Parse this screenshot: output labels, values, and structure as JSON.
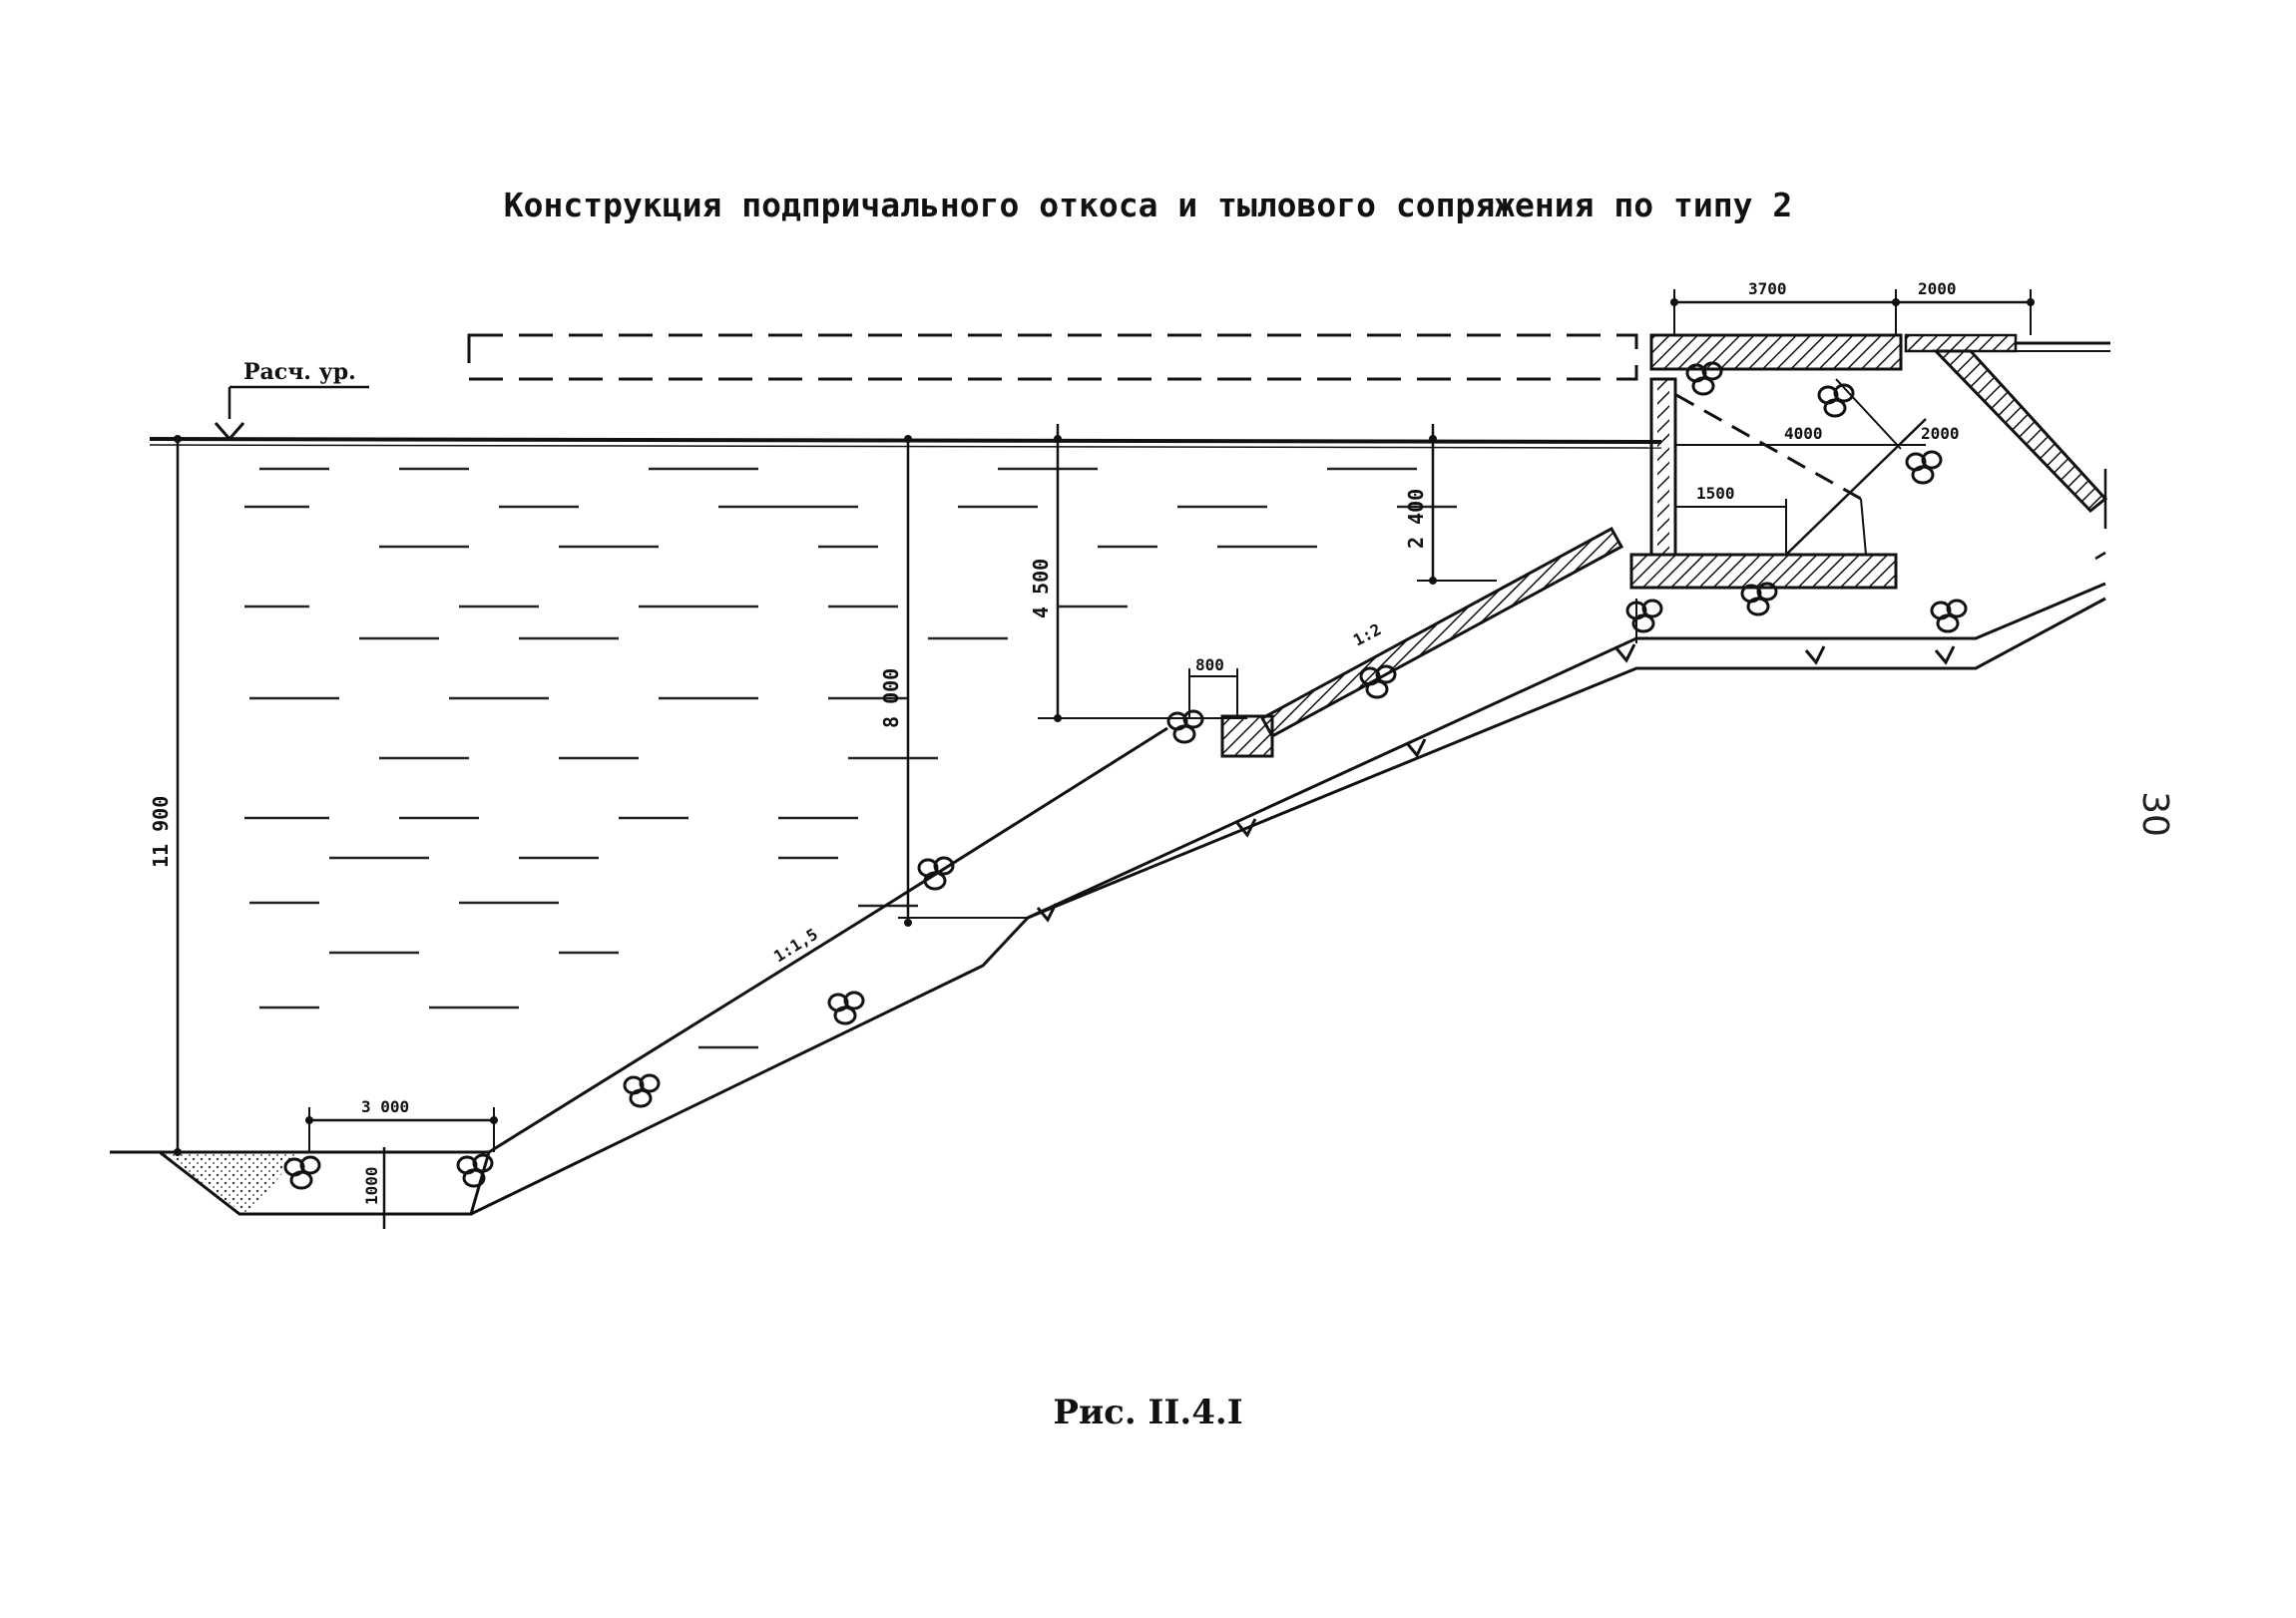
{
  "title": "Конструкция подпричального откоса и тылового сопряжения по типу 2",
  "caption": "Рис. II.4.I",
  "page_number": "30",
  "water_level_label": "Расч. ур.",
  "dimensions": {
    "total_height": "11 900",
    "depth_8000": "8 000",
    "depth_4500": "4 500",
    "depth_2400": "2 400",
    "toe_width": "3 000",
    "toe_thickness": "1000",
    "berm_width": "800",
    "slab_3700": "3700",
    "slab_2000": "2000",
    "strut_4000": "4000",
    "offset_2000": "2000",
    "width_1500": "1500"
  },
  "slopes": {
    "lower": "1:1,5",
    "upper": "1:2"
  }
}
